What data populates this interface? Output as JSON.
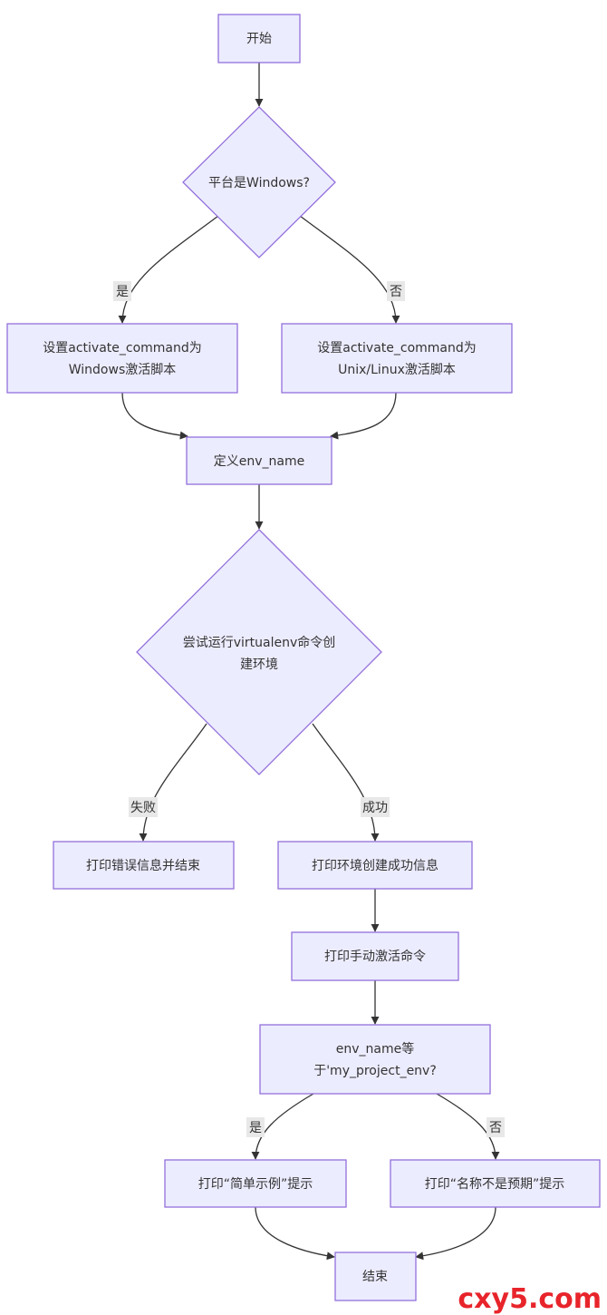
{
  "nodes": {
    "start": "开始",
    "platform_check": "平台是Windows?",
    "set_windows_line1": "设置activate_command为",
    "set_windows_line2": "Windows激活脚本",
    "set_unix_line1": "设置activate_command为",
    "set_unix_line2": "Unix/Linux激活脚本",
    "define_env": "定义env_name",
    "try_create_line1": "尝试运行virtualenv命令创",
    "try_create_line2": "建环境",
    "print_error": "打印错误信息并结束",
    "print_success": "打印环境创建成功信息",
    "print_manual": "打印手动激活命令",
    "env_check_line1": "env_name等",
    "env_check_line2": "于'my_project_env?",
    "print_simple": "打印“简单示例”提示",
    "print_unexpected": "打印“名称不是预期”提示",
    "end": "结束"
  },
  "edge_labels": {
    "yes_platform": "是",
    "no_platform": "否",
    "fail": "失败",
    "success": "成功",
    "yes_env": "是",
    "no_env": "否"
  },
  "watermark": "cxy5.com",
  "colors": {
    "node_fill": "#ECECFF",
    "node_stroke": "#9370DB",
    "edge": "#333333",
    "label_bg": "#E8E8E8",
    "watermark": "#E8242B"
  }
}
